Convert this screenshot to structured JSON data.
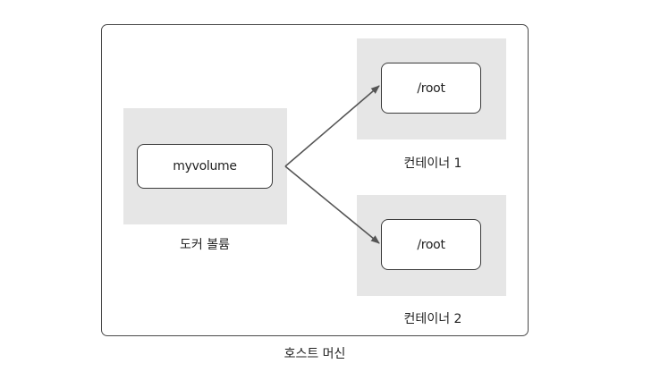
{
  "host": {
    "label": "호스트 머신"
  },
  "volume": {
    "name": "myvolume",
    "label": "도커 볼륨"
  },
  "containers": [
    {
      "path": "/root",
      "label": "컨테이너 1"
    },
    {
      "path": "/root",
      "label": "컨테이너 2"
    }
  ],
  "colors": {
    "panel": "#e6e6e6",
    "border": "#3a3a3a",
    "arrow": "#555555"
  }
}
